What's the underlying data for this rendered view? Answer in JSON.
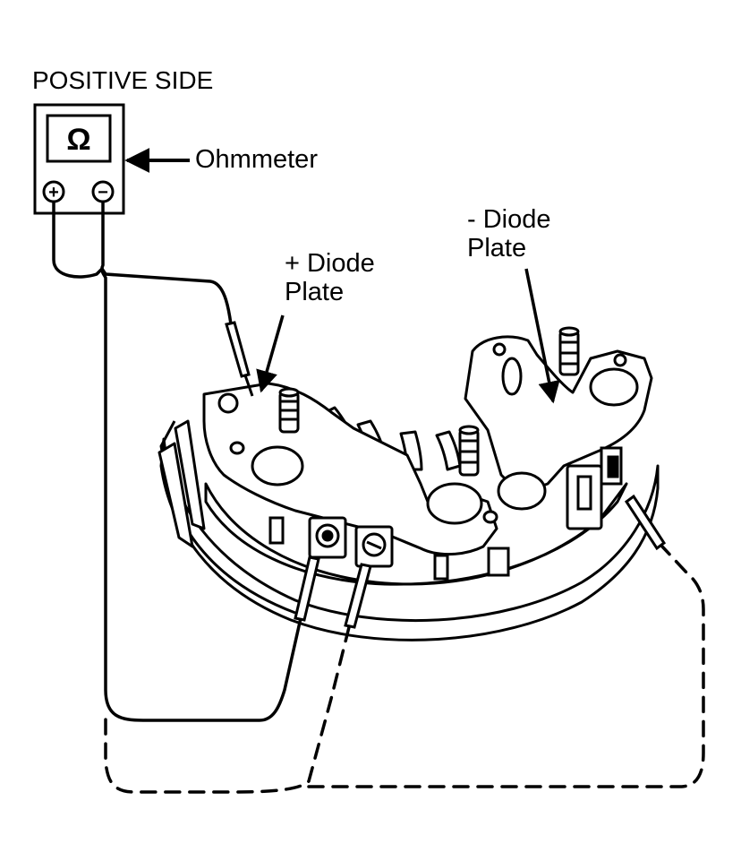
{
  "diagram": {
    "title": "POSITIVE SIDE",
    "meter": {
      "label": "Ohmmeter",
      "symbol": "Ω",
      "positive_terminal": "+",
      "negative_terminal": "−"
    },
    "labels": {
      "positive_plate_line1": "+ Diode",
      "positive_plate_line2": "Plate",
      "negative_plate_line1": "- Diode",
      "negative_plate_line2": "Plate"
    },
    "colors": {
      "ink": "#000000",
      "paper": "#ffffff"
    }
  }
}
